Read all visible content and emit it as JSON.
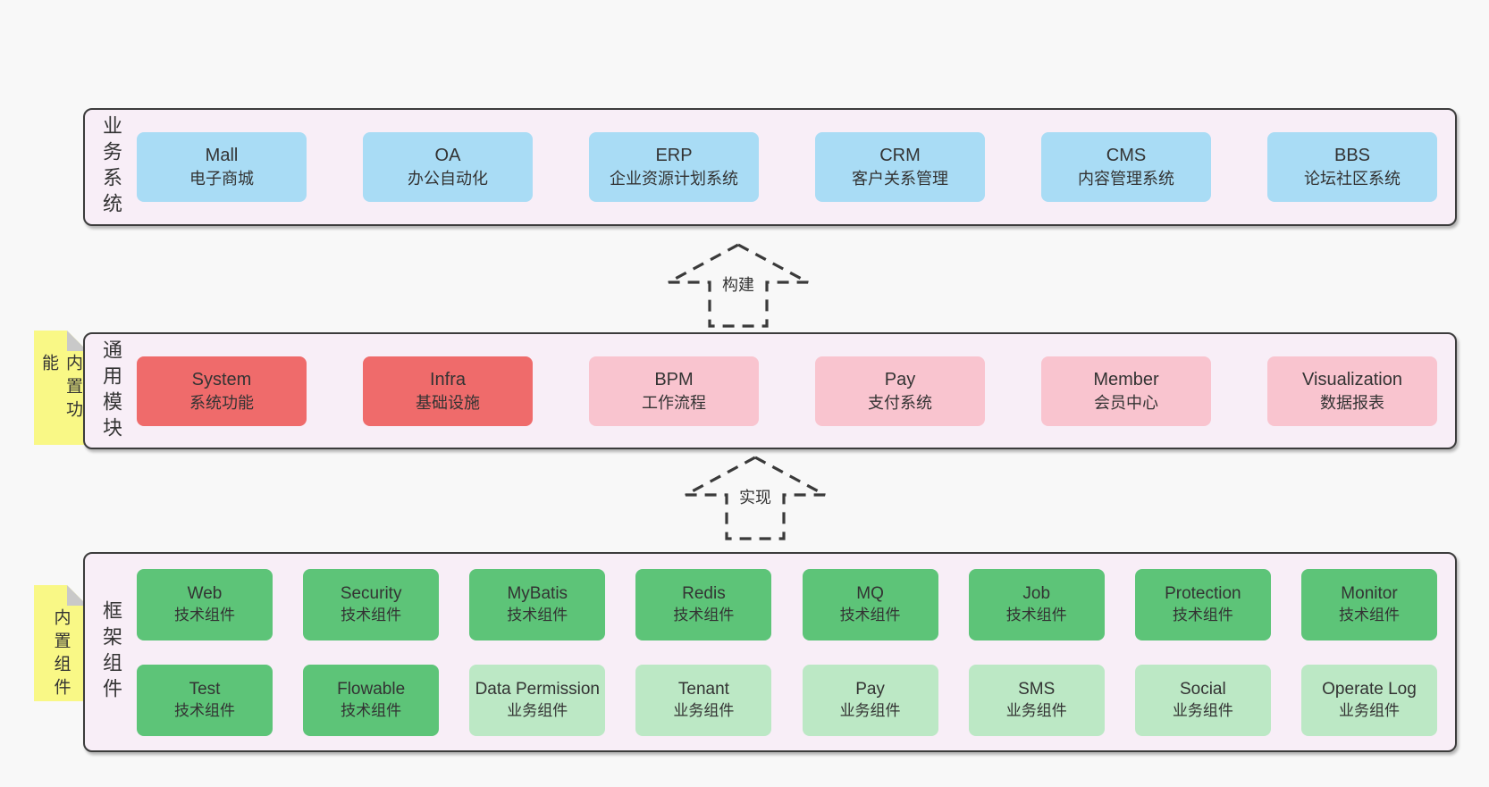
{
  "diagram": {
    "layers": [
      {
        "label": "业务系统",
        "boxes": [
          {
            "title": "Mall",
            "subtitle": "电子商城"
          },
          {
            "title": "OA",
            "subtitle": "办公自动化"
          },
          {
            "title": "ERP",
            "subtitle": "企业资源计划系统"
          },
          {
            "title": "CRM",
            "subtitle": "客户关系管理"
          },
          {
            "title": "CMS",
            "subtitle": "内容管理系统"
          },
          {
            "title": "BBS",
            "subtitle": "论坛社区系统"
          }
        ]
      },
      {
        "label": "通用模块",
        "note": "内置功能",
        "boxes": [
          {
            "title": "System",
            "subtitle": "系统功能"
          },
          {
            "title": "Infra",
            "subtitle": "基础设施"
          },
          {
            "title": "BPM",
            "subtitle": "工作流程"
          },
          {
            "title": "Pay",
            "subtitle": "支付系统"
          },
          {
            "title": "Member",
            "subtitle": "会员中心"
          },
          {
            "title": "Visualization",
            "subtitle": "数据报表"
          }
        ]
      },
      {
        "label": "框架组件",
        "note": "内置组件",
        "rows": [
          [
            {
              "title": "Web",
              "subtitle": "技术组件"
            },
            {
              "title": "Security",
              "subtitle": "技术组件"
            },
            {
              "title": "MyBatis",
              "subtitle": "技术组件"
            },
            {
              "title": "Redis",
              "subtitle": "技术组件"
            },
            {
              "title": "MQ",
              "subtitle": "技术组件"
            },
            {
              "title": "Job",
              "subtitle": "技术组件"
            },
            {
              "title": "Protection",
              "subtitle": "技术组件"
            },
            {
              "title": "Monitor",
              "subtitle": "技术组件"
            }
          ],
          [
            {
              "title": "Test",
              "subtitle": "技术组件"
            },
            {
              "title": "Flowable",
              "subtitle": "技术组件"
            },
            {
              "title": "Data Permission",
              "subtitle": "业务组件"
            },
            {
              "title": "Tenant",
              "subtitle": "业务组件"
            },
            {
              "title": "Pay",
              "subtitle": "业务组件"
            },
            {
              "title": "SMS",
              "subtitle": "业务组件"
            },
            {
              "title": "Social",
              "subtitle": "业务组件"
            },
            {
              "title": "Operate Log",
              "subtitle": "业务组件"
            }
          ]
        ]
      }
    ],
    "arrows": [
      {
        "label": "构建"
      },
      {
        "label": "实现"
      }
    ],
    "colors": {
      "page_bg": "#f8f8f8",
      "layer_bg": "#f8eef7",
      "layer_border": "#3c3c3c",
      "box_blue": "#a9dcf5",
      "box_red": "#ef6b6b",
      "box_pink": "#f9c4cf",
      "box_green": "#5dc478",
      "box_light_green": "#bce8c5",
      "sticky_yellow": "#f9f886",
      "sticky_fold": "#c9c9c9",
      "text": "#333333"
    }
  }
}
